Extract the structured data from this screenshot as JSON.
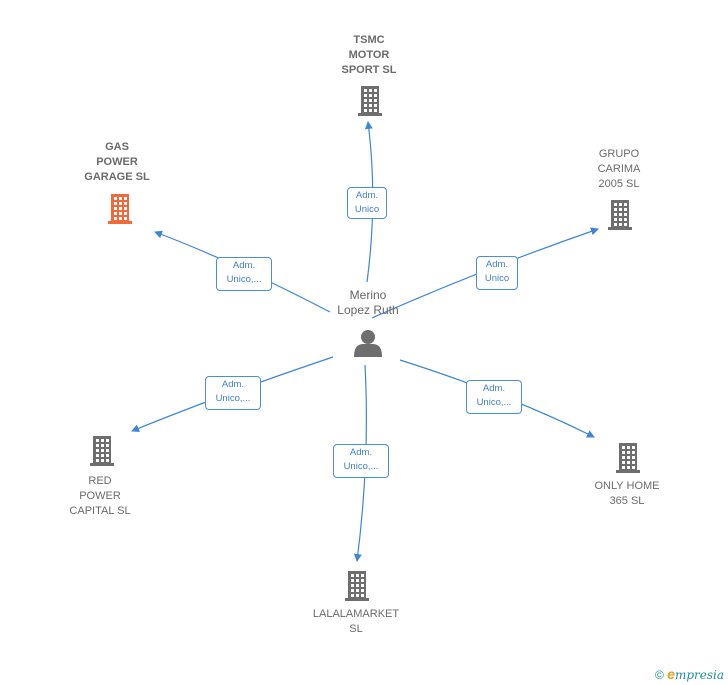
{
  "center": {
    "label": "Merino\nLopez Ruth",
    "color": "#6e6e6e"
  },
  "colors": {
    "edge": "#3b86d8",
    "building": "#6e6e6e",
    "highlight": "#f26a3a"
  },
  "nodes": [
    {
      "id": "tsmc",
      "label": "TSMC\nMOTOR\nSPORT SL",
      "bold": true,
      "highlight": false
    },
    {
      "id": "gas",
      "label": "GAS\nPOWER\nGARAGE SL",
      "bold": true,
      "highlight": true
    },
    {
      "id": "grupo",
      "label": "GRUPO\nCARIMA\n2005 SL",
      "bold": false,
      "highlight": false
    },
    {
      "id": "red",
      "label": "RED\nPOWER\nCAPITAL SL",
      "bold": false,
      "highlight": false
    },
    {
      "id": "only",
      "label": "ONLY HOME\n365 SL",
      "bold": false,
      "highlight": false
    },
    {
      "id": "lala",
      "label": "LALALAMARKET\nSL",
      "bold": false,
      "highlight": false
    }
  ],
  "edges": [
    {
      "to": "tsmc",
      "label": "Adm.\nUnico"
    },
    {
      "to": "gas",
      "label": "Adm.\nUnico,..."
    },
    {
      "to": "grupo",
      "label": "Adm.\nUnico"
    },
    {
      "to": "red",
      "label": "Adm.\nUnico,..."
    },
    {
      "to": "only",
      "label": "Adm.\nUnico,..."
    },
    {
      "to": "lala",
      "label": "Adm.\nUnico,..."
    }
  ],
  "footer": {
    "copyright": "©",
    "brand_e": "e",
    "brand_rest": "mpresia"
  }
}
